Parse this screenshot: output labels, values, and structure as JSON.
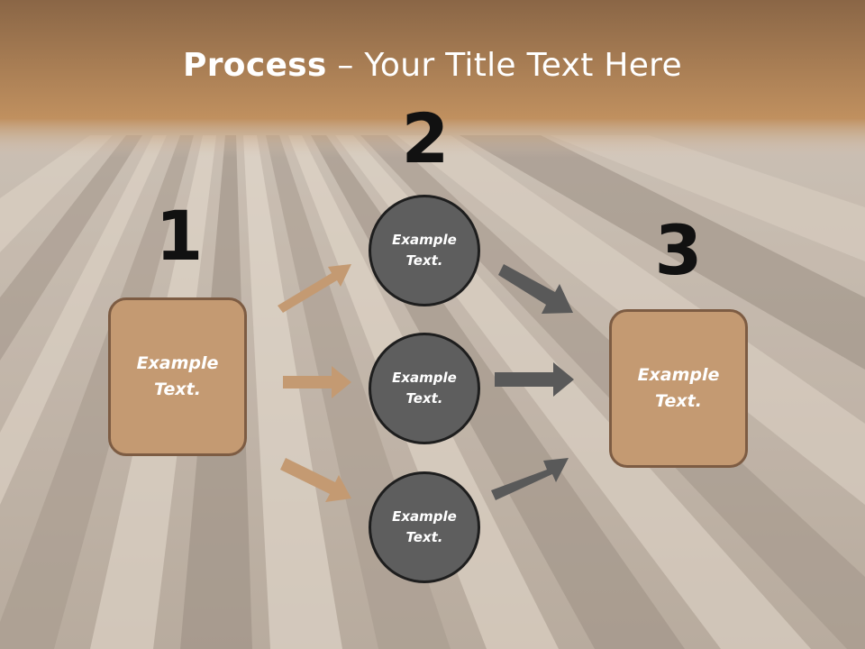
{
  "title": {
    "bold": "Process",
    "rest": " – Your Title Text Here"
  },
  "steps": [
    {
      "number": "1",
      "text": "Example Text."
    },
    {
      "number": "2",
      "items": [
        "Example Text.",
        "Example Text.",
        "Example Text."
      ]
    },
    {
      "number": "3",
      "text": "Example Text."
    }
  ],
  "colors": {
    "box_fill": "#c49a72",
    "box_border": "#7d5c43",
    "circle_fill": "#5e5e5e",
    "circle_border": "#1e1e1e",
    "arrow_tan": "#c49a72",
    "arrow_gray": "#595959"
  }
}
